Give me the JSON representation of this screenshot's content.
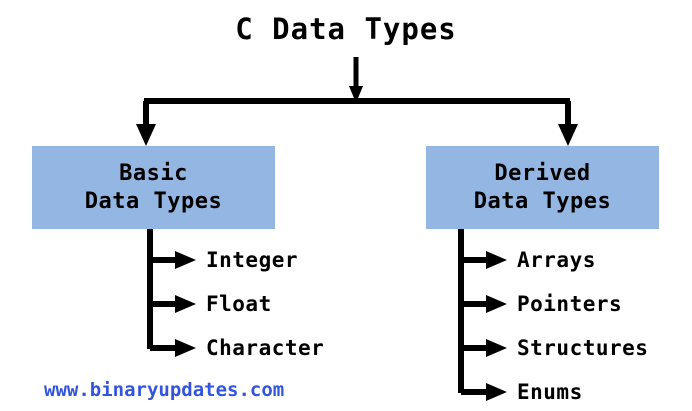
{
  "diagram": {
    "title": "C Data Types",
    "watermark": "www.binaryupdates.com",
    "colors": {
      "node_fill": "#93b6e2",
      "line": "#000000",
      "text": "#000000",
      "watermark": "#3355dd",
      "background": "#ffffff"
    },
    "nodes": [
      {
        "id": "basic",
        "label": "Basic\nData Types"
      },
      {
        "id": "derived",
        "label": "Derived\nData Types"
      }
    ],
    "basic_children": [
      {
        "label": "Integer"
      },
      {
        "label": "Float"
      },
      {
        "label": "Character"
      }
    ],
    "derived_children": [
      {
        "label": "Arrays"
      },
      {
        "label": "Pointers"
      },
      {
        "label": "Structures"
      },
      {
        "label": "Enums"
      }
    ]
  }
}
